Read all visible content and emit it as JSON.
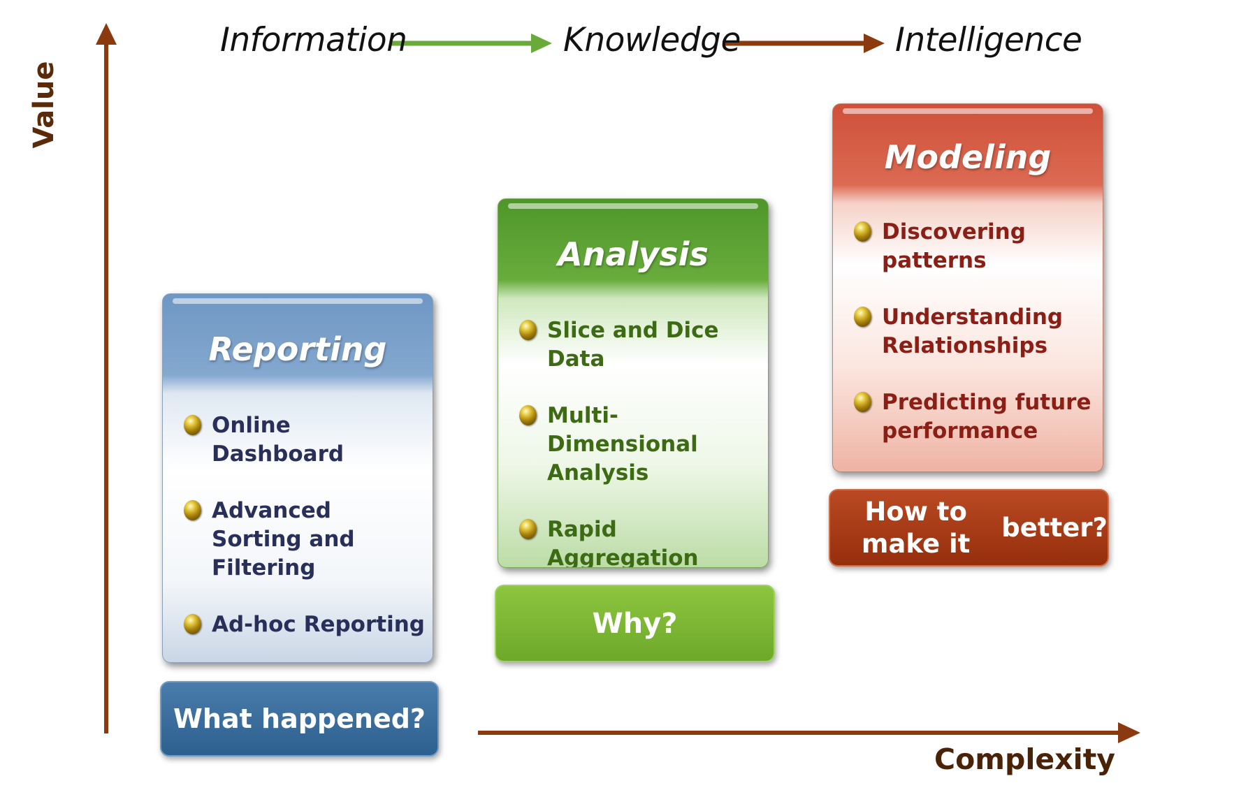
{
  "flow": {
    "step1": "Information",
    "step2": "Knowledge",
    "step3": "Intelligence"
  },
  "axes": {
    "y_label": "Value",
    "x_label": "Complexity"
  },
  "cards": {
    "reporting": {
      "title": "Reporting",
      "items": [
        "Online Dashboard",
        "Advanced Sorting and Filtering",
        "Ad-hoc Reporting"
      ],
      "question": "What happened?"
    },
    "analysis": {
      "title": "Analysis",
      "items": [
        "Slice and Dice Data",
        "Multi-Dimensional Analysis",
        "Rapid Aggregation using OLAPc"
      ],
      "question": "Why?"
    },
    "modeling": {
      "title": "Modeling",
      "items": [
        "Discovering patterns",
        "Understanding Relationships",
        "Predicting future performance"
      ],
      "question_line1": "How to make it",
      "question_line2": "better?"
    }
  },
  "colors": {
    "axis_brown": "#8a3a0e",
    "green_arrow": "#6aaa3a",
    "reporting_blue": "#6f97c4",
    "analysis_green": "#4f962a",
    "modeling_red": "#cf503a"
  }
}
